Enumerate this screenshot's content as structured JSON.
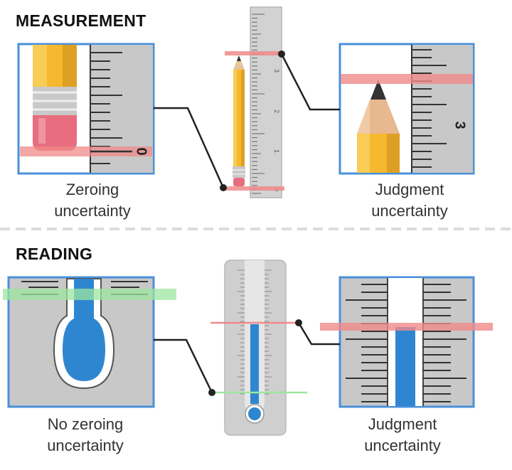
{
  "sections": {
    "measurement": {
      "heading": "MEASUREMENT",
      "left_caption": [
        "Zeroing",
        "uncertainty"
      ],
      "right_caption": [
        "Judgment",
        "uncertainty"
      ],
      "ruler_numbers": [
        "3",
        "2",
        "1",
        "0"
      ],
      "left_zoom_label": "0",
      "right_zoom_label": "3"
    },
    "reading": {
      "heading": "READING",
      "left_caption": [
        "No zeroing",
        "uncertainty"
      ],
      "right_caption": [
        "Judgment",
        "uncertainty"
      ]
    }
  },
  "colors": {
    "panel_border": "#4a90d9",
    "panel_fill": "#c8c8c8",
    "liquid": "#2f86d0",
    "highlight_red": "#f08a8a",
    "highlight_green": "#9ee6a0",
    "pencil_yellow": "#f5b82e",
    "eraser_pink": "#e86d7e",
    "divider": "#d9d9d9"
  }
}
